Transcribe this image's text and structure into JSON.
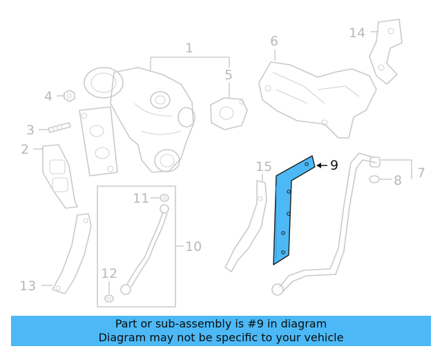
{
  "diagram": {
    "callouts": {
      "c1": "1",
      "c2": "2",
      "c3": "3",
      "c4": "4",
      "c5": "5",
      "c6": "6",
      "c7": "7",
      "c8": "8",
      "c9": "9",
      "c10": "10",
      "c11": "11",
      "c12": "12",
      "c13": "13",
      "c14": "14",
      "c15": "15"
    },
    "highlighted_part": "9",
    "highlight_color": "#4cb9f6",
    "ghost_color": "#c9c9c9"
  },
  "banner": {
    "line1": "Part or sub-assembly is #9 in diagram",
    "line2": "Diagram may not be specific to your vehicle",
    "background": "#4cb9f6"
  }
}
